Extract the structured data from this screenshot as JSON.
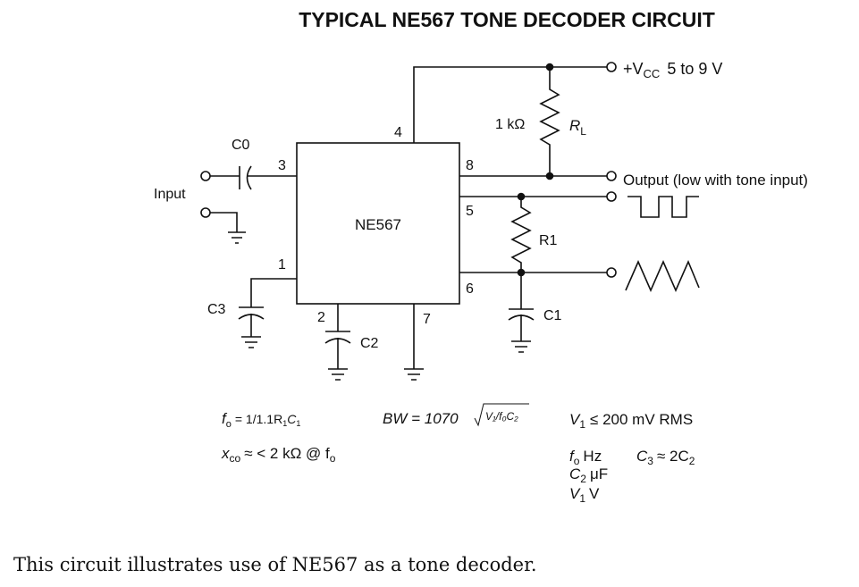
{
  "title": "TYPICAL NE567 TONE DECODER CIRCUIT",
  "chip": {
    "name": "NE567",
    "pins": {
      "p1": "1",
      "p2": "2",
      "p3": "3",
      "p4": "4",
      "p5": "5",
      "p6": "6",
      "p7": "7",
      "p8": "8"
    }
  },
  "components": {
    "c0": "C0",
    "c1": "C1",
    "c2": "C2",
    "c3": "C3",
    "r1": "R1",
    "rl_value": "1 kΩ",
    "rl": "R",
    "rl_sub": "L"
  },
  "labels": {
    "input": "Input",
    "vcc_prefix": "+V",
    "vcc_sub": "CC",
    "vcc_range": "5 to 9 V",
    "output": "Output (low with tone input)"
  },
  "formulas": {
    "fo": "f",
    "fo_sub": "o",
    "fo_rhs": "= 1/1.1R",
    "fo_r_sub": "1",
    "fo_c": "C",
    "fo_c_sub": "1",
    "bw": "BW = 1070",
    "bw_root": "V₁/f₀C₂",
    "v1": "V",
    "v1_sub": "1",
    "v1_rhs": "≤ 200 mV RMS",
    "xco": "x",
    "xco_sub": "co",
    "xco_rhs": "≈ < 2 kΩ @ f",
    "xco_rhs_sub": "o",
    "units_fo": "f",
    "units_fo_sub": "o",
    "units_fo_unit": "Hz",
    "units_c2": "C",
    "units_c2_sub": "2",
    "units_c2_unit": "μF",
    "units_v1": "V",
    "units_v1_sub": "1",
    "units_v1_unit": "V",
    "c3": "C",
    "c3_sub": "3",
    "c3_rhs": "≈ 2C",
    "c3_rhs_sub": "2"
  },
  "caption": "This circuit illustrates use of NE567 as a tone decoder."
}
